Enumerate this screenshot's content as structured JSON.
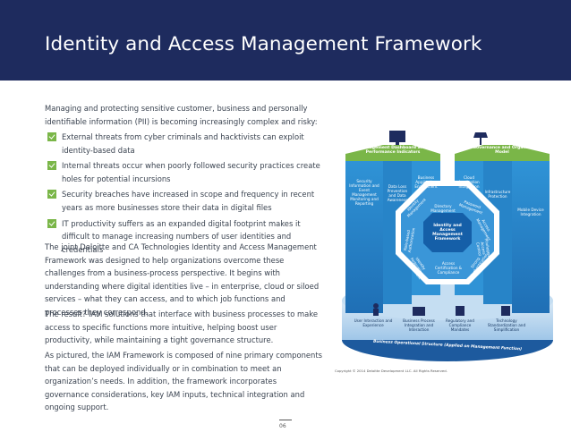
{
  "header": {
    "title": "Identity and Access Management Framework"
  },
  "body": {
    "intro": "Managing and protecting sensitive customer, business and personally identifiable information (PII) is becoming increasingly complex and risky:",
    "bullets": [
      "External threats from cyber criminals and hacktivists can exploit identity-based data",
      "Internal threats occur when poorly followed security practices create holes for potential incursions",
      "Security breaches have increased in scope and frequency in recent years as more businesses store their data in digital files",
      "IT productivity suffers as an expanded digital footprint makes it difficult to manage increasing numbers of user identities and credentials"
    ],
    "joint": "The joint Deloitte and CA Technologies Identity and Access Management Framework was designed to help organizations overcome these challenges from a business-process perspective. It begins with understanding where digital identities live – in enterprise, cloud or siloed services – what they can access, and to which job functions and processes they correspond.",
    "result": "The result? IAM solutions that interface with business processes to make access to specific functions more intuitive, helping boost user productivity, while maintaining a tight governance structure.",
    "pictured": "As pictured, the IAM Framework is composed of nine primary components that can be deployed individually or in combination to meet an organization’s needs. In addition, the framework incorporates governance considerations, key IAM inputs, technical integration and ongoing support."
  },
  "diagram": {
    "left_pillar": "Management Dashboard and Performance Indicators",
    "right_pillar": "IAM Governance and Organization Model",
    "col_security": "Security Information and Event Management Monitoring and Reporting",
    "col_dlp": "Data Loss Prevention and Data Awareness",
    "col_business_app": "Business Application Enablement",
    "col_cloud": "Cloud Application Integration",
    "col_infra": "Infrastructure Protection",
    "col_mobile": "Mobile Device Integration",
    "oct_identity": "Identity Management",
    "oct_directory": "Directory Management",
    "oct_password": "Password Management",
    "oct_access": "Access Management",
    "oct_privileged": "Privileged Access Control",
    "oct_role": "Role-based Authorization",
    "oct_cert": "Access Certification & Compliance",
    "oct_fed": "Identity Federation Management",
    "oct_strong": "Strong Authentication",
    "center": "Identity and Access Management Framework",
    "base_items": [
      "User Interaction and Experience",
      "Business Process Integration and Interaction",
      "Regulatory and Compliance Mandates",
      "Technology Standardization and Simplification"
    ],
    "base_band": "Business Operational Structure (Applied on Management Function)",
    "copyright": "Copyright © 2014 Deloitte Development LLC. All Rights Reserved."
  },
  "page": {
    "number": "06"
  },
  "colors": {
    "header": "#1e2b5e",
    "accent": "#2e8fd3",
    "check": "#7ab648"
  }
}
